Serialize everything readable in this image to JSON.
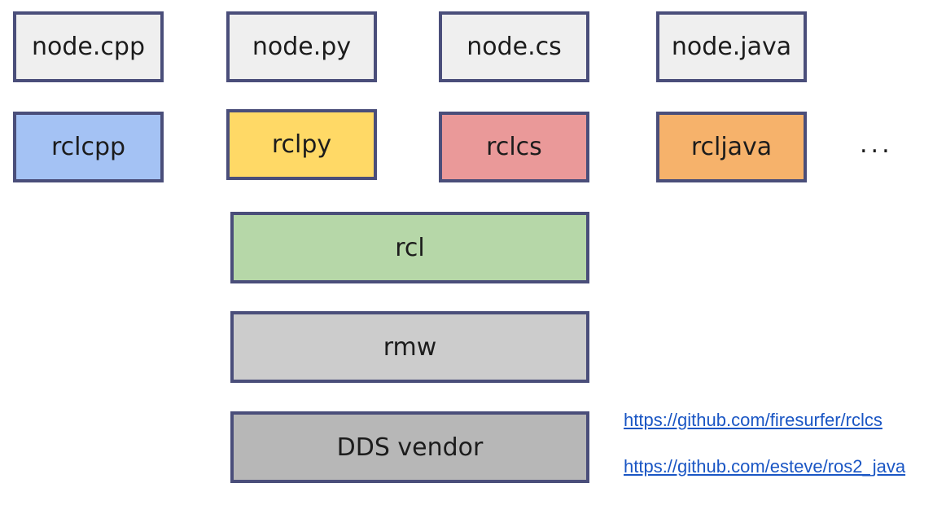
{
  "nodes": [
    {
      "label": "node.cpp",
      "color": "#efefef"
    },
    {
      "label": "node.py",
      "color": "#efefef"
    },
    {
      "label": "node.cs",
      "color": "#efefef"
    },
    {
      "label": "node.java",
      "color": "#efefef"
    }
  ],
  "client_libs": [
    {
      "label": "rclcpp",
      "color": "#a4c2f4"
    },
    {
      "label": "rclpy",
      "color": "#ffd966"
    },
    {
      "label": "rclcs",
      "color": "#ea9999"
    },
    {
      "label": "rcljava",
      "color": "#f6b26b"
    }
  ],
  "more": "...",
  "stack": [
    {
      "label": "rcl",
      "color": "#b6d7a8"
    },
    {
      "label": "rmw",
      "color": "#cccccc"
    },
    {
      "label": "DDS vendor",
      "color": "#b7b7b7"
    }
  ],
  "links": [
    "https://github.com/firesurfer/rclcs",
    "https://github.com/esteve/ros2_java"
  ]
}
